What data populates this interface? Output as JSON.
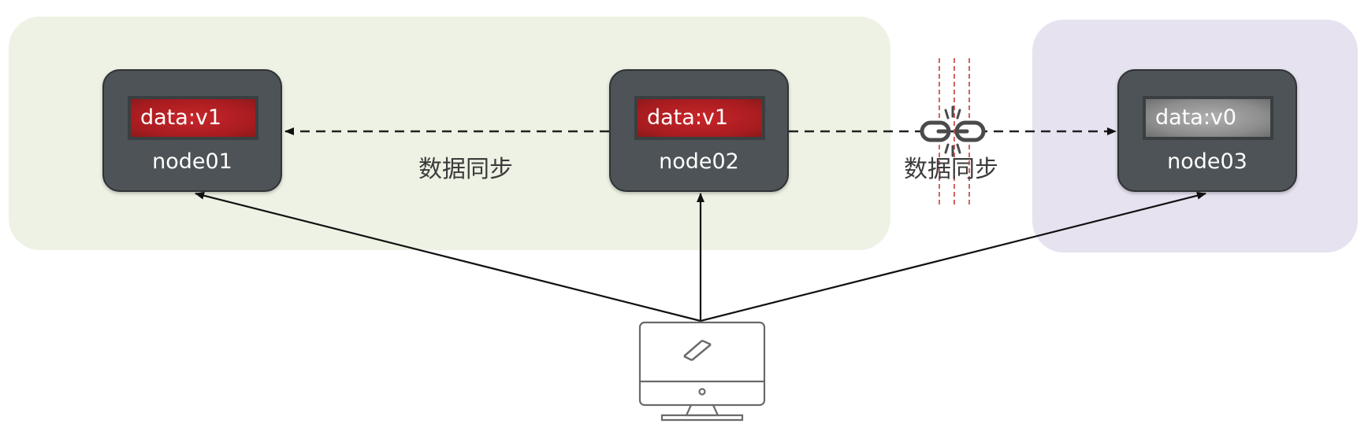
{
  "nodes": [
    {
      "label": "node01",
      "data": "data:v1",
      "state": "synced"
    },
    {
      "label": "node02",
      "data": "data:v1",
      "state": "synced"
    },
    {
      "label": "node03",
      "data": "data:v0",
      "state": "stale"
    }
  ],
  "sync_labels": [
    "数据同步",
    "数据同步"
  ],
  "icons": {
    "link": "broken-link-icon",
    "client": "monitor-icon"
  },
  "colors": {
    "zone_left": "#eef2e4",
    "zone_right": "#e6e2f0",
    "node_bg": "#4d5356",
    "data_v1": "#b22024",
    "data_v0": "#8d8d8d",
    "partition_line": "#d05050"
  }
}
